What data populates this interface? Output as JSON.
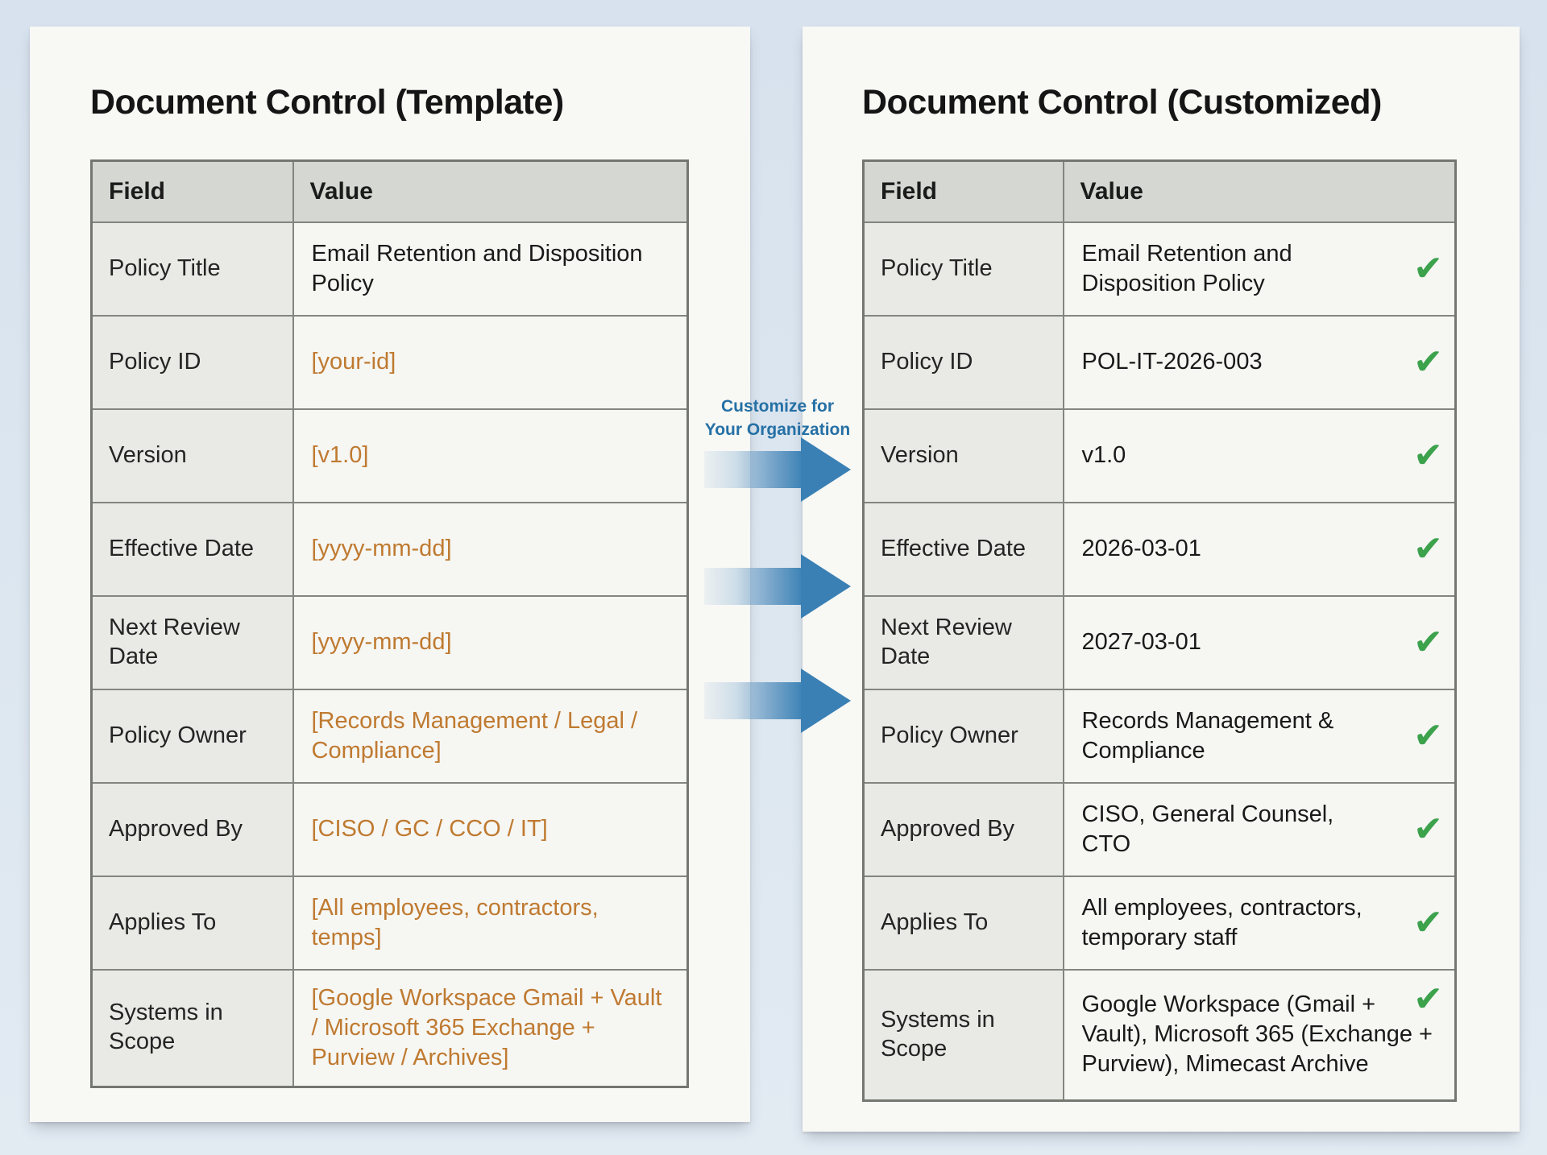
{
  "left_panel": {
    "title": "Document Control (Template)",
    "columns": [
      "Field",
      "Value"
    ],
    "rows": [
      {
        "field": "Policy Title",
        "value": "Email Retention and Disposition Policy",
        "placeholder": false
      },
      {
        "field": "Policy ID",
        "value": "[your-id]",
        "placeholder": true
      },
      {
        "field": "Version",
        "value": "[v1.0]",
        "placeholder": true
      },
      {
        "field": "Effective Date",
        "value": "[yyyy-mm-dd]",
        "placeholder": true
      },
      {
        "field": "Next Review Date",
        "value": "[yyyy-mm-dd]",
        "placeholder": true
      },
      {
        "field": "Policy Owner",
        "value": "[Records Management / Legal / Compliance]",
        "placeholder": true
      },
      {
        "field": "Approved By",
        "value": "[CISO / GC / CCO / IT]",
        "placeholder": true
      },
      {
        "field": "Applies To",
        "value": "[All employees, contractors, temps]",
        "placeholder": true
      },
      {
        "field": "Systems in Scope",
        "value": "[Google Workspace Gmail + Vault / Microsoft 365 Exchange + Purview / Archives]",
        "placeholder": true
      }
    ]
  },
  "right_panel": {
    "title": "Document Control (Customized)",
    "columns": [
      "Field",
      "Value"
    ],
    "rows": [
      {
        "field": "Policy Title",
        "value": "Email Retention and Disposition Policy",
        "checked": true
      },
      {
        "field": "Policy ID",
        "value": "POL-IT-2026-003",
        "checked": true
      },
      {
        "field": "Version",
        "value": "v1.0",
        "checked": true
      },
      {
        "field": "Effective Date",
        "value": "2026-03-01",
        "checked": true
      },
      {
        "field": "Next Review Date",
        "value": "2027-03-01",
        "checked": true
      },
      {
        "field": "Policy Owner",
        "value": "Records Management & Compliance",
        "checked": true
      },
      {
        "field": "Approved By",
        "value": "CISO, General Counsel, CTO",
        "checked": true
      },
      {
        "field": "Applies To",
        "value": "All employees, contractors, temporary staff",
        "checked": true
      },
      {
        "field": "Systems in Scope",
        "value": "Google Workspace (Gmail + Vault), Microsoft 365 (Exchange + Purview), Mimecast Archive",
        "checked": true
      }
    ]
  },
  "connector": {
    "label_line1": "Customize for",
    "label_line2": "Your Organization",
    "arrow_count": 3
  },
  "icons": {
    "check": "✔"
  },
  "colors": {
    "background": "#dde7f0",
    "paper": "#f8f8f5",
    "header_cell": "#d5d7d2",
    "field_cell": "#e9eae6",
    "value_cell": "#f6f6f3",
    "placeholder_orange": "#bf7a30",
    "label_blue": "#2570a5",
    "arrow_blue": "#3a80b4",
    "check_green": "#3ca24c",
    "table_border": "#83867e"
  }
}
